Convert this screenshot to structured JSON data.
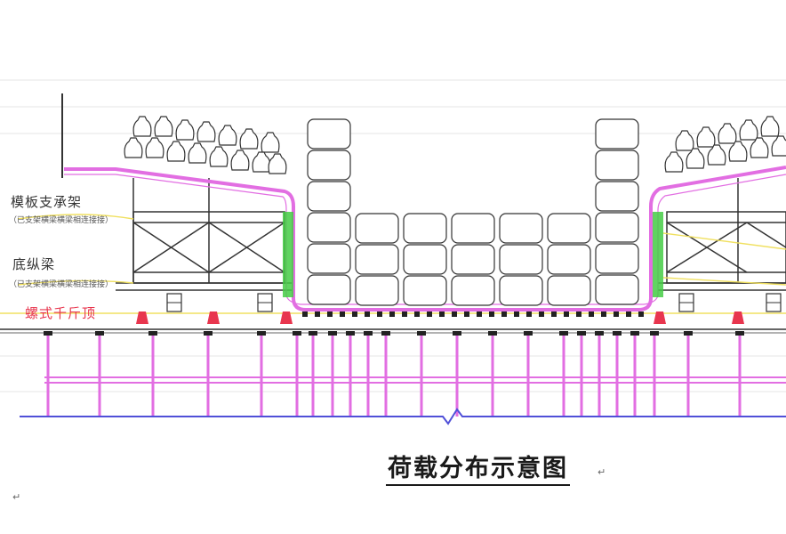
{
  "labels": {
    "formwork_support": "模板支承架",
    "formwork_support_note": "（已支架横梁横梁相连接接）",
    "bottom_beam": "底纵梁",
    "bottom_beam_note": "（已支架横梁横梁相连接接）",
    "jack": "螺式千斤顶"
  },
  "caption": "荷载分布示意图",
  "para_marks": [
    "↵",
    "↵"
  ],
  "colors": {
    "magenta": "#e26ee2",
    "green": "#44cc44",
    "structure": "#333333",
    "baseline": "#5050d8",
    "jack_red": "#e8364e",
    "yellow": "#f0e060"
  }
}
